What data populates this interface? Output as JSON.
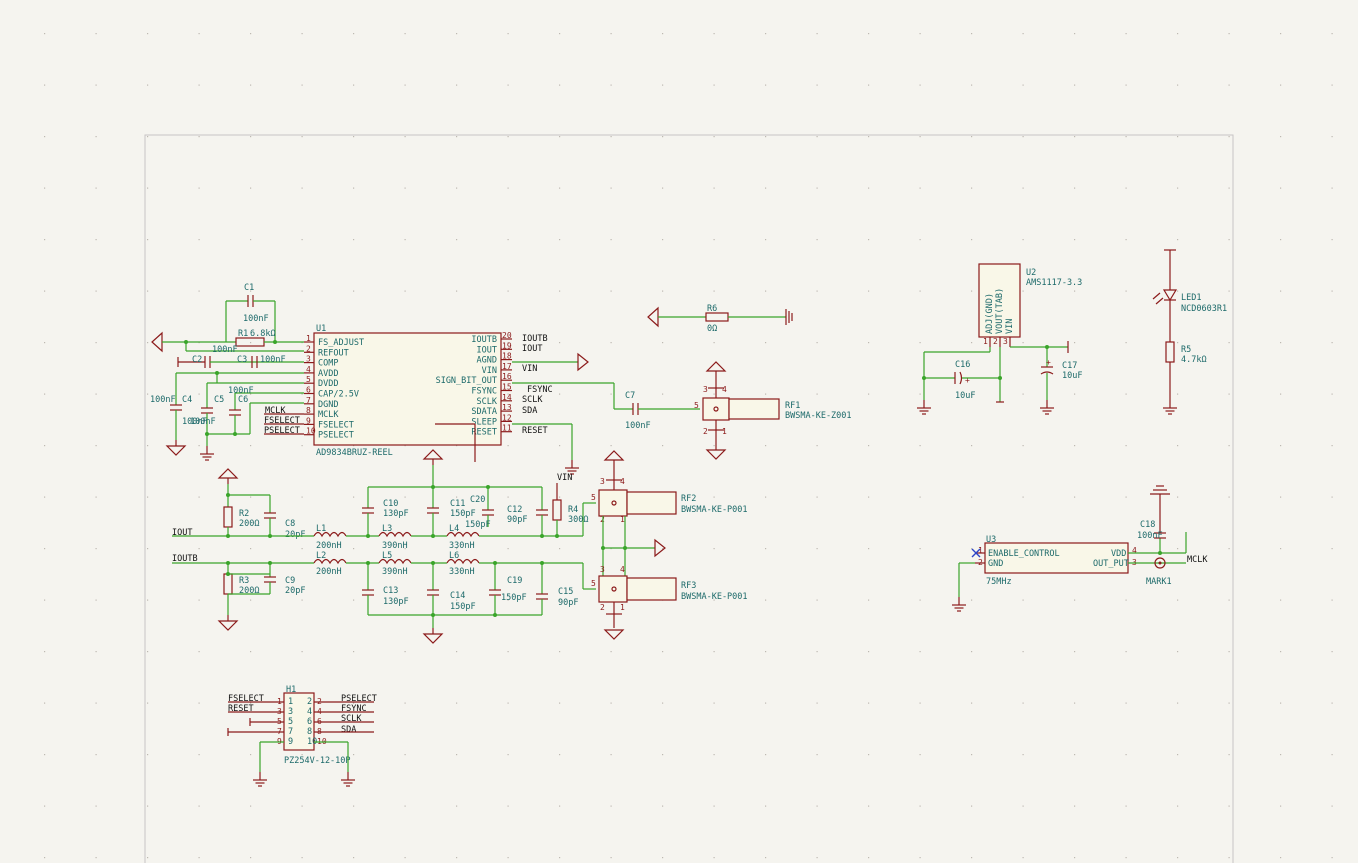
{
  "u1": {
    "ref": "U1",
    "value": "AD9834BRUZ-REEL",
    "left_pins": [
      {
        "n": "1",
        "name": "FS_ADJUST"
      },
      {
        "n": "2",
        "name": "REFOUT"
      },
      {
        "n": "3",
        "name": "COMP"
      },
      {
        "n": "4",
        "name": "AVDD"
      },
      {
        "n": "5",
        "name": "DVDD"
      },
      {
        "n": "6",
        "name": "CAP/2.5V"
      },
      {
        "n": "7",
        "name": "DGND"
      },
      {
        "n": "8",
        "name": "MCLK"
      },
      {
        "n": "9",
        "name": "FSELECT"
      },
      {
        "n": "10",
        "name": "PSELECT"
      }
    ],
    "right_pins": [
      {
        "n": "20",
        "name": "IOUTB"
      },
      {
        "n": "19",
        "name": "IOUT"
      },
      {
        "n": "18",
        "name": "AGND"
      },
      {
        "n": "17",
        "name": "VIN"
      },
      {
        "n": "16",
        "name": "SIGN_BIT_OUT"
      },
      {
        "n": "15",
        "name": "FSYNC"
      },
      {
        "n": "14",
        "name": "SCLK"
      },
      {
        "n": "13",
        "name": "SDATA"
      },
      {
        "n": "12",
        "name": "SLEEP"
      },
      {
        "n": "11",
        "name": "RESET"
      }
    ]
  },
  "u1_nets": {
    "left": {
      "mclk": "MCLK",
      "fselect": "FSELECT",
      "pselect": "PSELECT"
    },
    "right": {
      "ioutb": "IOUTB",
      "iout": "IOUT",
      "vin": "VIN",
      "fsync": "FSYNC",
      "sclk": "SCLK",
      "sda": "SDA",
      "reset": "RESET"
    }
  },
  "parts": {
    "c1": {
      "ref": "C1",
      "value": "100nF"
    },
    "r1": {
      "ref": "R1",
      "value": "6.8kΩ"
    },
    "c2": {
      "ref": "C2",
      "value": "100nF"
    },
    "c3": {
      "ref": "C3",
      "value": "100nF"
    },
    "c4": {
      "ref": "C4",
      "value": "100nF"
    },
    "c5": {
      "ref": "C5",
      "value": "100nF"
    },
    "c6": {
      "ref": "C6",
      "value": "100nF"
    },
    "c4v": "100nF",
    "c5v": "100nF",
    "c6v": "100nF",
    "r6": {
      "ref": "R6",
      "value": "0Ω"
    },
    "c7": {
      "ref": "C7",
      "value": "100nF"
    },
    "rf1": {
      "ref": "RF1",
      "value": "BWSMA-KE-Z001"
    },
    "rf2": {
      "ref": "RF2",
      "value": "BWSMA-KE-P001"
    },
    "rf3": {
      "ref": "RF3",
      "value": "BWSMA-KE-P001"
    },
    "r2": {
      "ref": "R2",
      "value": "200Ω"
    },
    "c8": {
      "ref": "C8",
      "value": "20pF"
    },
    "r3": {
      "ref": "R3",
      "value": "200Ω"
    },
    "c9": {
      "ref": "C9",
      "value": "20pF"
    },
    "l1": {
      "ref": "L1",
      "value": "200nH"
    },
    "l2": {
      "ref": "L2",
      "value": "200nH"
    },
    "l3": {
      "ref": "L3",
      "value": "390nH"
    },
    "l5": {
      "ref": "L5",
      "value": "390nH"
    },
    "l4": {
      "ref": "L4",
      "value": "330nH"
    },
    "l6": {
      "ref": "L6",
      "value": "330nH"
    },
    "c10": {
      "ref": "C10",
      "value": "130pF"
    },
    "c13": {
      "ref": "C13",
      "value": "130pF"
    },
    "c11": {
      "ref": "C11",
      "value": "150pF"
    },
    "c14": {
      "ref": "C14",
      "value": "150pF"
    },
    "c20": {
      "ref": "C20",
      "value": "150pF"
    },
    "c19": {
      "ref": "C19",
      "value": "150pF"
    },
    "c12": {
      "ref": "C12",
      "value": "90pF"
    },
    "c15": {
      "ref": "C15",
      "value": "90pF"
    },
    "r4": {
      "ref": "R4",
      "value": "300Ω"
    },
    "u2": {
      "ref": "U2",
      "value": "AMS1117-3.3",
      "pins": [
        "ADJ(GND)",
        "VOUT(TAB)",
        "VIN"
      ],
      "pin_numbers": [
        "1",
        "2",
        "3"
      ]
    },
    "c16": {
      "ref": "C16",
      "value": "10uF"
    },
    "c17": {
      "ref": "C17",
      "value": "10uF"
    },
    "led1": {
      "ref": "LED1",
      "value": "NCD0603R1"
    },
    "r5": {
      "ref": "R5",
      "value": "4.7kΩ"
    },
    "u3": {
      "ref": "U3",
      "value": "75MHz",
      "pins": [
        "ENABLE_CONTROL",
        "GND",
        "VDD",
        "OUT_PUT"
      ],
      "pin_numbers": [
        "1",
        "2",
        "4",
        "3"
      ]
    },
    "c18": {
      "ref": "C18",
      "value": "100nF"
    },
    "mark1": {
      "ref": "MARK1"
    },
    "h1": {
      "ref": "H1",
      "value": "PZ254V-12-10P",
      "left_nums": [
        "1",
        "3",
        "5",
        "7",
        "9"
      ],
      "right_nums": [
        "2",
        "4",
        "6",
        "8",
        "10"
      ]
    }
  },
  "nets": {
    "iout": "IOUT",
    "ioutb": "IOUTB",
    "vin": "VIN",
    "mclk": "MCLK",
    "h1_fselect": "FSELECT",
    "h1_reset": "RESET",
    "h1_pselect": "PSELECT",
    "h1_fsync": "FSYNC",
    "h1_sclk": "SCLK",
    "h1_sda": "SDA"
  },
  "colors": {
    "wire": "#3aa52a",
    "component": "#8b1a1a",
    "label": "#1d6a6a",
    "paper": "#f5f4ef"
  }
}
